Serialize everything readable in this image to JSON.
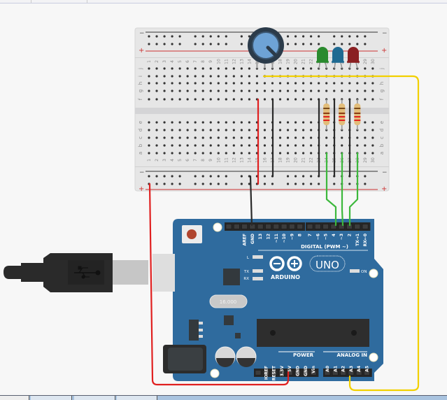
{
  "breadboard": {
    "columns": [
      "1",
      "2",
      "3",
      "4",
      "5",
      "6",
      "7",
      "8",
      "9",
      "10",
      "11",
      "12",
      "13",
      "14",
      "15",
      "16",
      "17",
      "18",
      "19",
      "20",
      "21",
      "22",
      "23",
      "24",
      "25",
      "26",
      "27",
      "28",
      "29",
      "30"
    ],
    "rows_top": [
      "j",
      "i",
      "h",
      "g",
      "f"
    ],
    "rows_bottom": [
      "e",
      "d",
      "c",
      "b",
      "a"
    ],
    "rail_minus": "−",
    "rail_plus": "+"
  },
  "components": {
    "leds": [
      {
        "name": "green-led",
        "color": "#2a8a2e"
      },
      {
        "name": "blue-led",
        "color": "#1f6a92"
      },
      {
        "name": "red-led",
        "color": "#8a1f22"
      }
    ],
    "crystal_label": "16.000",
    "usb_icon": "usb-icon"
  },
  "arduino": {
    "digital_pins": [
      "AREF",
      "GND",
      "13",
      "12",
      "~11",
      "~10",
      "~9",
      "8",
      "7",
      "~6",
      "~5",
      "4",
      "~3",
      "2",
      "TX→1",
      "RX←0"
    ],
    "digital_label": "DIGITAL (PWM ~)",
    "led_labels": {
      "l": "L",
      "tx": "TX",
      "rx": "RX",
      "on": "ON"
    },
    "brand": "ARDUINO",
    "model": "UNO",
    "power_label": "POWER",
    "power_pins": [
      "IOREF",
      "RESET",
      "3.3V",
      "5V",
      "GND",
      "GND",
      "Vin"
    ],
    "analog_label": "ANALOG IN",
    "analog_pins": [
      "A0",
      "A1",
      "A2",
      "A3",
      "A4",
      "A5"
    ]
  },
  "colors": {
    "board": "#2f6b9e",
    "wire_red": "#e02020",
    "wire_black": "#2a2a2a",
    "wire_green": "#3cb83c",
    "wire_yellow": "#f2d000"
  }
}
